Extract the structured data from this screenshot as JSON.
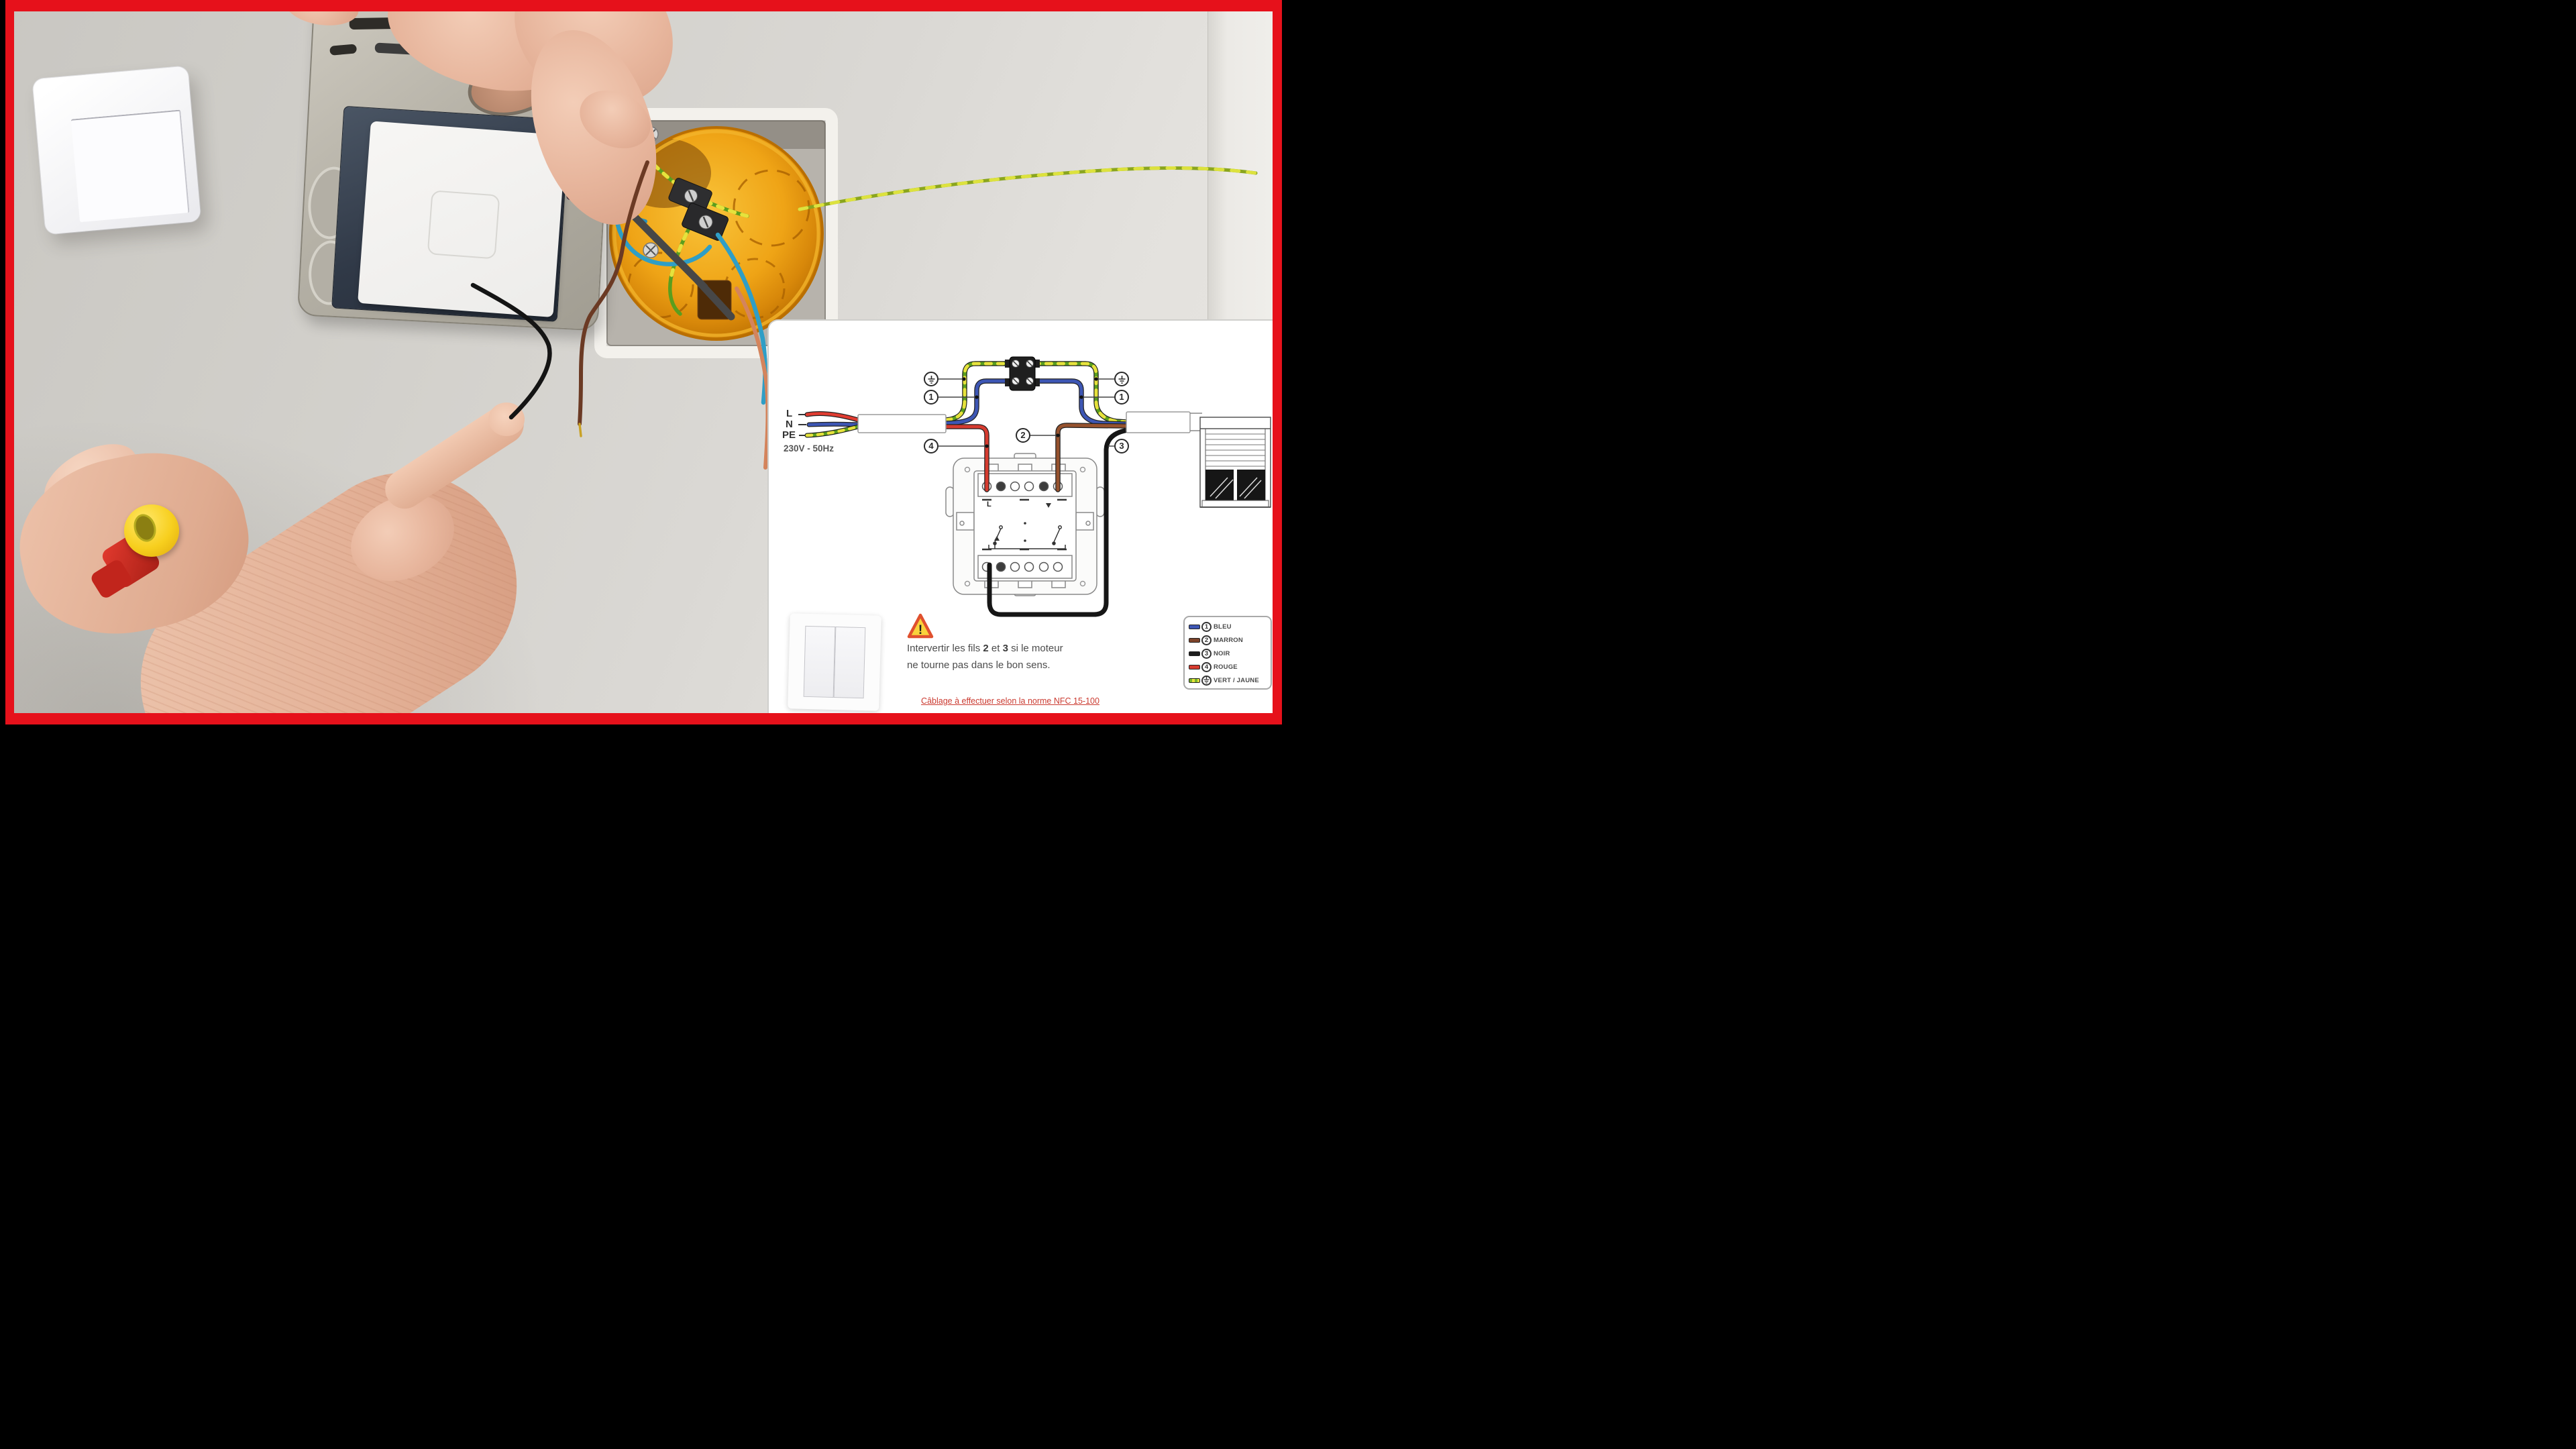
{
  "colors": {
    "frame_red": "#e6111b",
    "edge_black": "#000000",
    "wall": "#d6d4cf",
    "box_yellow": "#efa416",
    "supply_red": "#e03c31",
    "supply_blue": "#3d56b4",
    "earth_green": "#6aa81e",
    "earth_yellow": "#e6e23c",
    "wire_marron": "#7d432a",
    "wire_noir": "#1d1d1d",
    "cyan_wire": "#2f9ec6",
    "orange_wire": "#d4845c"
  },
  "inset": {
    "supply": {
      "l": "L",
      "n": "N",
      "pe": "PE",
      "voltage": "230V - 50Hz"
    },
    "numbers": {
      "n1": "1",
      "n2": "2",
      "n3": "3",
      "n4": "4"
    },
    "switch_marking": "L",
    "warning": {
      "exclamation": "!",
      "pre": "Intervertir les fils ",
      "b2": "2",
      "mid": " et ",
      "b3": "3",
      "post": " si le moteur",
      "line2": "ne tourne pas dans le bon sens."
    },
    "legend": {
      "items": [
        {
          "num": "1",
          "label": "BLEU"
        },
        {
          "num": "2",
          "label": "MARRON"
        },
        {
          "num": "3",
          "label": "NOIR"
        },
        {
          "num": "4",
          "label": "ROUGE"
        },
        {
          "num": "",
          "label": "VERT / JAUNE"
        }
      ]
    },
    "footer": "Câblage à effectuer selon la norme NFC 15-100"
  }
}
